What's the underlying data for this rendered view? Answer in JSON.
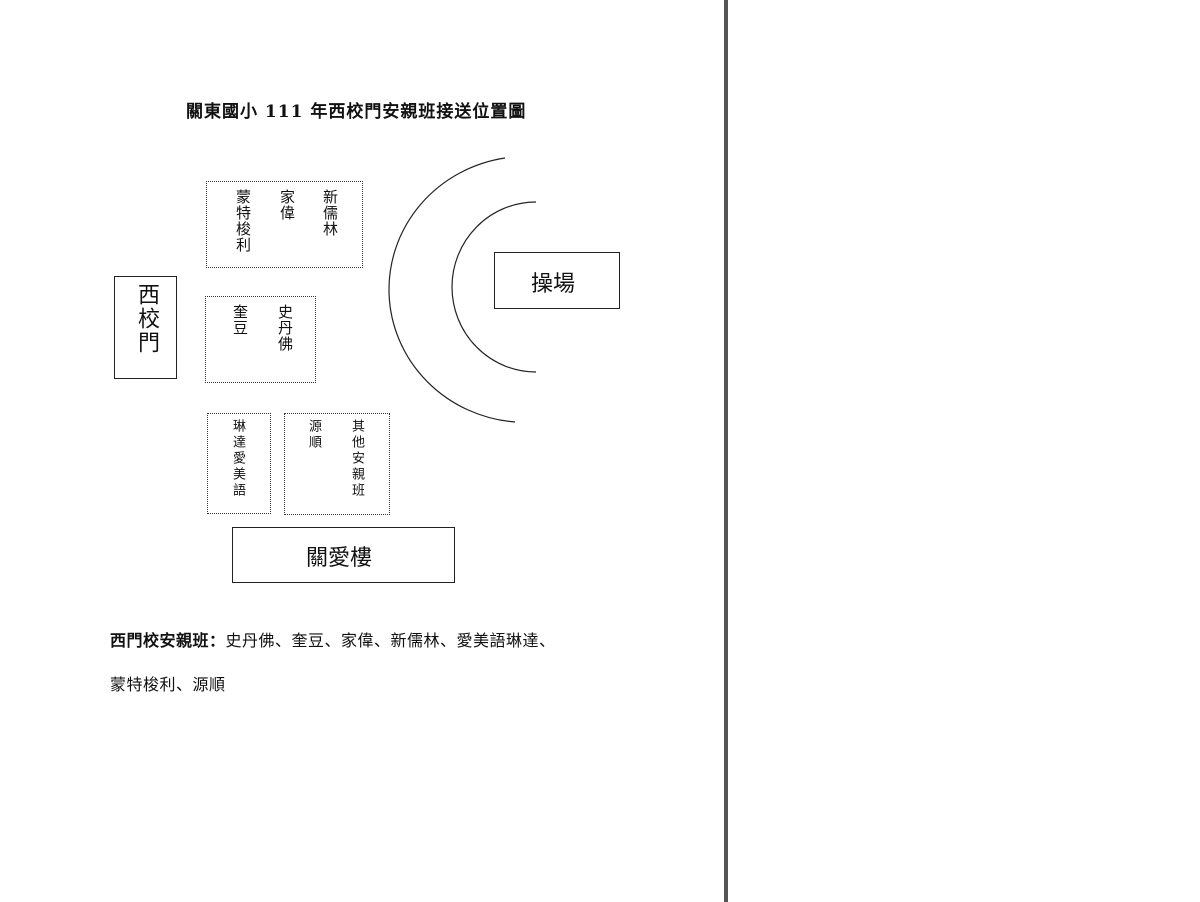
{
  "document": {
    "title": "關東國小 111 年西校門安親班接送位置圖"
  },
  "map": {
    "west_gate": "西校門",
    "playground": "操場",
    "building": "關愛樓",
    "zones": {
      "zone1": {
        "col1": "蒙特梭利",
        "col2": "家偉",
        "col3": "新儒林"
      },
      "zone2": {
        "col1": "奎豆",
        "col2": "史丹佛"
      },
      "zone3": {
        "col1": "琳達愛美語"
      },
      "zone4": {
        "col1": "源順",
        "col2": "其他安親班"
      }
    }
  },
  "note": {
    "label": "西門校安親班：",
    "line1": "史丹佛、奎豆、家偉、新儒林、愛美語琳達、",
    "line2": "蒙特梭利、源順"
  }
}
